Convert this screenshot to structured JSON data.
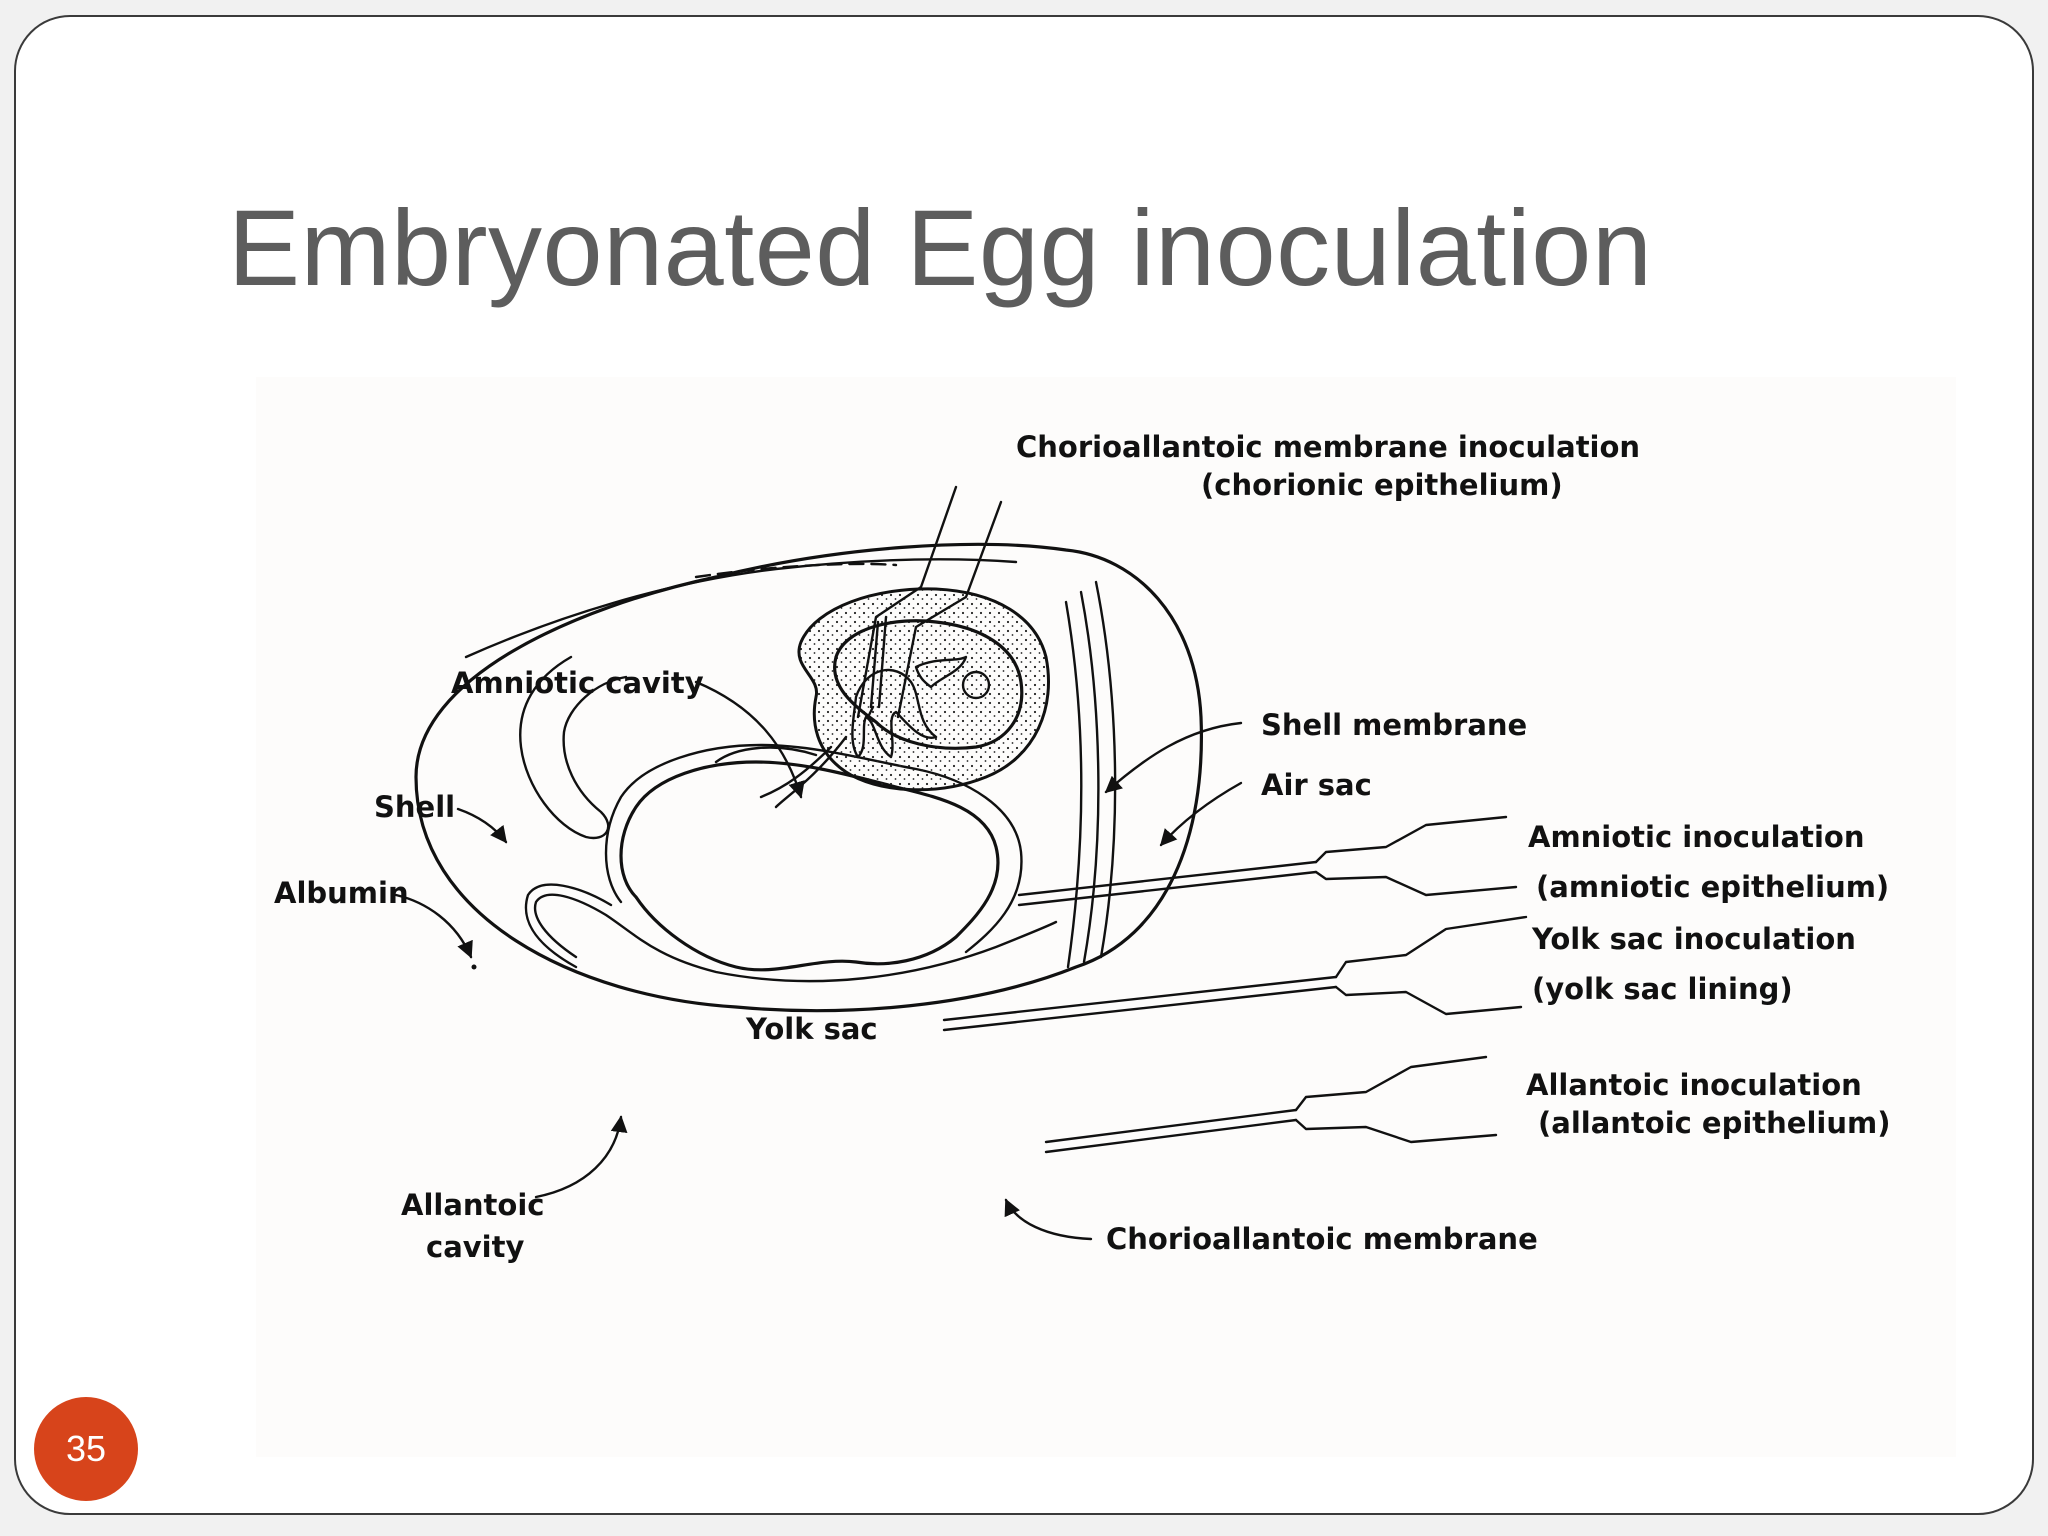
{
  "slide": {
    "title": "Embryonated Egg inoculation",
    "page_number": "35",
    "badge_color": "#d7441b",
    "title_color": "#5d5d5d"
  },
  "diagram": {
    "labels": {
      "cam_inoculation_line1": "Chorioallantoic membrane inoculation",
      "cam_inoculation_line2": "(chorionic epithelium)",
      "amniotic_cavity": "Amniotic cavity",
      "shell_membrane": "Shell membrane",
      "air_sac": "Air sac",
      "shell": "Shell",
      "albumin": "Albumin",
      "amniotic_inoculation_line1": "Amniotic inoculation",
      "amniotic_inoculation_line2": "(amniotic epithelium)",
      "yolk_sac_inoculation_line1": "Yolk sac inoculation",
      "yolk_sac_inoculation_line2": "(yolk sac lining)",
      "yolk_sac": "Yolk sac",
      "allantoic_inoculation_line1": "Allantoic inoculation",
      "allantoic_inoculation_line2": "(allantoic epithelium)",
      "allantoic_cavity_line1": "Allantoic",
      "allantoic_cavity_line2": "cavity",
      "chorioallantoic_membrane": "Chorioallantoic membrane"
    }
  }
}
